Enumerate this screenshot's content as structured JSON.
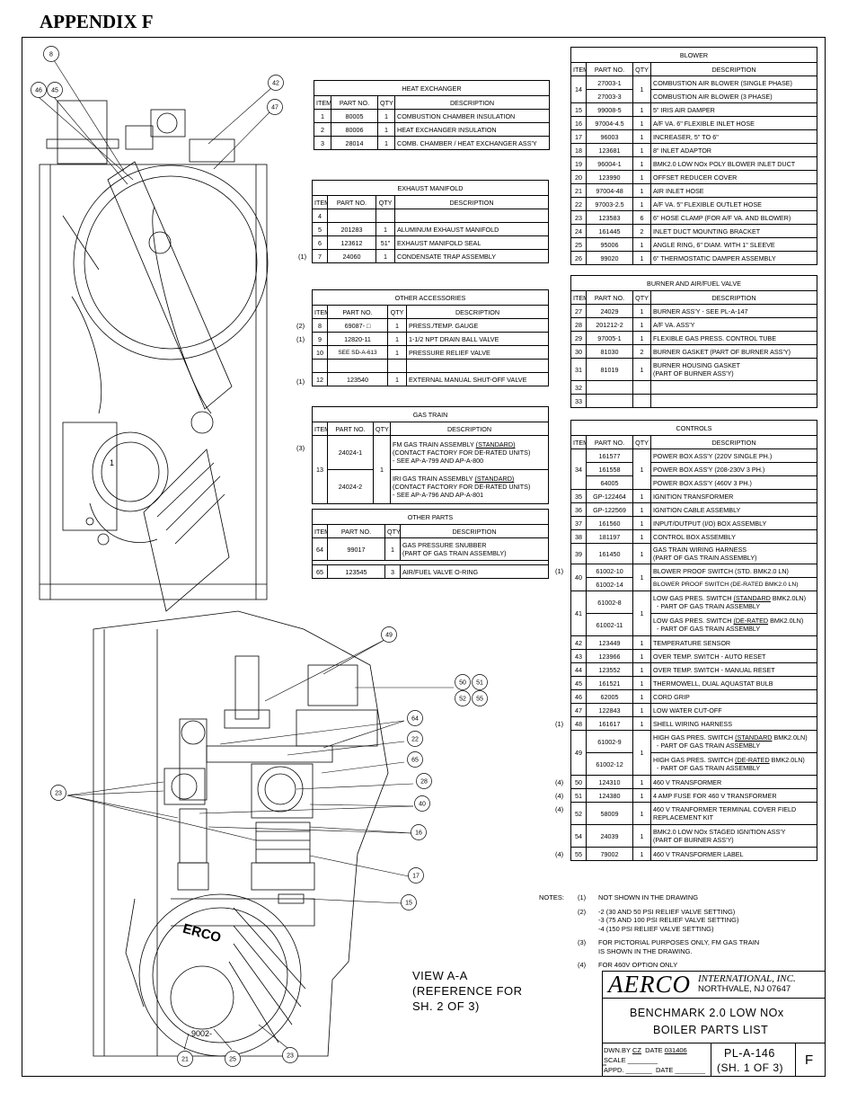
{
  "appendix_title": "APPENDIX F",
  "heat_exchanger": {
    "title": "HEAT EXCHANGER",
    "headers": [
      "ITEM",
      "PART NO.",
      "QTY",
      "DESCRIPTION"
    ],
    "rows": [
      {
        "item": "1",
        "part": "80005",
        "qty": "1",
        "desc": "COMBUSTION CHAMBER INSULATION"
      },
      {
        "item": "2",
        "part": "80006",
        "qty": "1",
        "desc": "HEAT EXCHANGER INSULATION"
      },
      {
        "item": "3",
        "part": "28014",
        "qty": "1",
        "desc": "COMB. CHAMBER / HEAT EXCHANGER ASS'Y"
      }
    ]
  },
  "exhaust_manifold": {
    "title": "EXHAUST MANIFOLD",
    "headers": [
      "ITEM",
      "PART NO.",
      "QTY",
      "DESCRIPTION"
    ],
    "rows": [
      {
        "note": "",
        "item": "4",
        "part": "",
        "qty": "",
        "desc": ""
      },
      {
        "note": "",
        "item": "5",
        "part": "201283",
        "qty": "1",
        "desc": "ALUMINUM EXHAUST MANIFOLD"
      },
      {
        "note": "",
        "item": "6",
        "part": "123612",
        "qty": "51\"",
        "desc": "EXHAUST MANIFOLD SEAL"
      },
      {
        "note": "(1)",
        "item": "7",
        "part": "24060",
        "qty": "1",
        "desc": "CONDENSATE TRAP ASSEMBLY"
      }
    ]
  },
  "other_accessories": {
    "title": "OTHER ACCESSORIES",
    "headers": [
      "ITEM",
      "PART NO.",
      "QTY",
      "DESCRIPTION"
    ],
    "rows": [
      {
        "note": "(2)",
        "item": "8",
        "part": "69087- □",
        "qty": "1",
        "desc": "PRESS./TEMP. GAUGE"
      },
      {
        "note": "(1)",
        "item": "9",
        "part": "12820-11",
        "qty": "1",
        "desc": "1-1/2 NPT DRAIN BALL VALVE"
      },
      {
        "note": "",
        "item": "10",
        "part": "SEE SD-A-613",
        "qty": "1",
        "desc": "PRESSURE RELIEF VALVE"
      },
      {
        "note": "",
        "item": "",
        "part": "",
        "qty": "",
        "desc": ""
      },
      {
        "note": "(1)",
        "item": "12",
        "part": "123540",
        "qty": "1",
        "desc": "EXTERNAL MANUAL SHUT-OFF VALVE"
      }
    ]
  },
  "gas_train": {
    "title": "GAS TRAIN",
    "headers": [
      "ITEM",
      "PART NO.",
      "QTY",
      "DESCRIPTION"
    ],
    "note": "(3)",
    "item": "13",
    "qty": "1",
    "rows": [
      {
        "part": "24024-1",
        "desc_a": "FM GAS TRAIN ASSEMBLY ",
        "desc_u": "(STANDARD)",
        "desc_b": "(CONTACT FACTORY FOR DE-RATED UNITS)",
        "desc_c": "- SEE AP-A-799 AND AP-A-800"
      },
      {
        "part": "24024-2",
        "desc_a": "IRI GAS TRAIN ASSEMBLY ",
        "desc_u": "(STANDARD)",
        "desc_b": "(CONTACT FACTORY FOR DE-RATED UNITS)",
        "desc_c": "- SEE AP-A-796 AND AP-A-801"
      }
    ]
  },
  "other_parts": {
    "title": "OTHER PARTS",
    "headers": [
      "ITEM",
      "PART NO.",
      "QTY",
      "DESCRIPTION"
    ],
    "rows": [
      {
        "item": "64",
        "part": "99017",
        "qty": "1",
        "desc": "GAS PRESSURE SNUBBER",
        "desc2": "(PART OF GAS TRAIN ASSEMBLY)"
      },
      {
        "item": "65",
        "part": "123545",
        "qty": "3",
        "desc": "AIR/FUEL VALVE O-RING",
        "desc2": ""
      }
    ]
  },
  "blower": {
    "title": "BLOWER",
    "headers": [
      "ITEM",
      "PART NO.",
      "QTY",
      "DESCRIPTION"
    ],
    "item14": {
      "item": "14",
      "qty": "1",
      "parts": [
        {
          "part": "27003-1",
          "desc": "COMBUSTION AIR BLOWER (SINGLE PHASE)"
        },
        {
          "part": "27003-3",
          "desc": "COMBUSTION AIR BLOWER (3 PHASE)"
        }
      ]
    },
    "rows": [
      {
        "item": "15",
        "part": "99008-5",
        "qty": "1",
        "desc": "5\" IRIS AIR DAMPER"
      },
      {
        "item": "16",
        "part": "97004-4.5",
        "qty": "1",
        "desc": "A/F VA. 6\" FLEXIBLE INLET HOSE"
      },
      {
        "item": "17",
        "part": "96003",
        "qty": "1",
        "desc": "INCREASER, 5\" TO 6\""
      },
      {
        "item": "18",
        "part": "123681",
        "qty": "1",
        "desc": "8\" INLET ADAPTOR"
      },
      {
        "item": "19",
        "part": "96004-1",
        "qty": "1",
        "desc": "BMK2.0 LOW NOx POLY BLOWER INLET DUCT"
      },
      {
        "item": "20",
        "part": "123990",
        "qty": "1",
        "desc": "OFFSET REDUCER COVER"
      },
      {
        "item": "21",
        "part": "97004-48",
        "qty": "1",
        "desc": "AIR INLET HOSE"
      },
      {
        "item": "22",
        "part": "97003-2.5",
        "qty": "1",
        "desc": "A/F VA. 5\" FLEXIBLE OUTLET HOSE"
      },
      {
        "item": "23",
        "part": "123583",
        "qty": "6",
        "desc": "6\" HOSE CLAMP (FOR A/F VA. AND BLOWER)"
      },
      {
        "item": "24",
        "part": "161445",
        "qty": "2",
        "desc": "INLET DUCT MOUNTING BRACKET"
      },
      {
        "item": "25",
        "part": "95006",
        "qty": "1",
        "desc": "ANGLE RING, 6\" DIAM. WITH 1\" SLEEVE"
      },
      {
        "item": "26",
        "part": "99020",
        "qty": "1",
        "desc": "6\" THERMOSTATIC DAMPER ASSEMBLY"
      }
    ]
  },
  "burner": {
    "title": "BURNER AND AIR/FUEL VALVE",
    "headers": [
      "ITEM",
      "PART NO.",
      "QTY",
      "DESCRIPTION"
    ],
    "rows": [
      {
        "item": "27",
        "part": "24029",
        "qty": "1",
        "desc": "BURNER ASS'Y      - SEE PL-A-147",
        "desc2": ""
      },
      {
        "item": "28",
        "part": "201212-2",
        "qty": "1",
        "desc": "A/F VA. ASS'Y",
        "desc2": ""
      },
      {
        "item": "29",
        "part": "97005-1",
        "qty": "1",
        "desc": "FLEXIBLE GAS PRESS. CONTROL TUBE",
        "desc2": ""
      },
      {
        "item": "30",
        "part": "81030",
        "qty": "2",
        "desc": "BURNER GASKET (PART OF BURNER ASS'Y)",
        "desc2": ""
      },
      {
        "item": "31",
        "part": "81019",
        "qty": "1",
        "desc": "BURNER HOUSING GASKET",
        "desc2": "(PART OF BURNER ASS'Y)"
      },
      {
        "item": "32",
        "part": "",
        "qty": "",
        "desc": "",
        "desc2": ""
      },
      {
        "item": "33",
        "part": "",
        "qty": "",
        "desc": "",
        "desc2": ""
      }
    ]
  },
  "controls": {
    "title": "CONTROLS",
    "headers": [
      "ITEM",
      "PART NO.",
      "QTY",
      "DESCRIPTION"
    ],
    "item34": {
      "item": "34",
      "qty": "1",
      "parts": [
        {
          "part": "161577",
          "desc": "POWER BOX ASS'Y (220V SINGLE PH.)"
        },
        {
          "part": "161558",
          "desc": "POWER BOX ASS'Y (208-230V 3 PH.)"
        },
        {
          "part": "64005",
          "desc": "POWER BOX ASS'Y (460V 3 PH.)"
        }
      ]
    },
    "rows_a": [
      {
        "note": "",
        "item": "35",
        "part": "GP-122464",
        "qty": "1",
        "desc": "IGNITION TRANSFORMER"
      },
      {
        "note": "",
        "item": "36",
        "part": "GP-122569",
        "qty": "1",
        "desc": "IGNITION CABLE ASSEMBLY"
      },
      {
        "note": "",
        "item": "37",
        "part": "161560",
        "qty": "1",
        "desc": "INPUT/OUTPUT (I/O) BOX ASSEMBLY"
      },
      {
        "note": "",
        "item": "38",
        "part": "181197",
        "qty": "1",
        "desc": "CONTROL BOX ASSEMBLY"
      }
    ],
    "item39": {
      "item": "39",
      "part": "161450",
      "qty": "1",
      "desc": "GAS TRAIN WIRING HARNESS",
      "desc2": "(PART OF GAS TRAIN ASSEMBLY)"
    },
    "item40": {
      "note": "(1)",
      "item": "40",
      "qty": "1",
      "parts": [
        {
          "part": "61002-10",
          "desc": "BLOWER PROOF SWITCH (STD. BMK2.0 LN)"
        },
        {
          "part": "61002-14",
          "desc": "BLOWER PROOF SWITCH (DE-RATED BMK2.0 LN)"
        }
      ]
    },
    "item41": {
      "item": "41",
      "qty": "1",
      "parts": [
        {
          "part": "61002-8",
          "desc_a": "LOW GAS PRES. SWITCH ",
          "desc_u": "(STANDARD",
          "desc_b": " BMK2.0LN)",
          "desc2": "- PART OF GAS TRAIN ASSEMBLY"
        },
        {
          "part": "61002-11",
          "desc_a": "LOW GAS PRES. SWITCH ",
          "desc_u": "(DE-RATED",
          "desc_b": " BMK2.0LN)",
          "desc2": "- PART OF GAS TRAIN ASSEMBLY"
        }
      ]
    },
    "rows_b": [
      {
        "note": "",
        "item": "42",
        "part": "123449",
        "qty": "1",
        "desc": "TEMPERATURE SENSOR"
      },
      {
        "note": "",
        "item": "43",
        "part": "123966",
        "qty": "1",
        "desc": "OVER TEMP. SWITCH - AUTO RESET"
      },
      {
        "note": "",
        "item": "44",
        "part": "123552",
        "qty": "1",
        "desc": "OVER TEMP. SWITCH - MANUAL RESET"
      },
      {
        "note": "",
        "item": "45",
        "part": "161521",
        "qty": "1",
        "desc": "THERMOWELL, DUAL AQUASTAT BULB"
      },
      {
        "note": "",
        "item": "46",
        "part": "62005",
        "qty": "1",
        "desc": "CORD GRIP"
      },
      {
        "note": "",
        "item": "47",
        "part": "122843",
        "qty": "1",
        "desc": "LOW WATER CUT-OFF"
      },
      {
        "note": "(1)",
        "item": "48",
        "part": "161617",
        "qty": "1",
        "desc": "SHELL WIRING HARNESS"
      }
    ],
    "item49": {
      "item": "49",
      "qty": "1",
      "parts": [
        {
          "part": "61002-9",
          "desc_a": "HIGH GAS PRES. SWITCH ",
          "desc_u": "(STANDARD",
          "desc_b": " BMK2.0LN)",
          "desc2": "- PART OF GAS TRAIN ASSEMBLY"
        },
        {
          "part": "61002-12",
          "desc_a": "HIGH GAS PRES. SWITCH ",
          "desc_u": "(DE-RATED",
          "desc_b": " BMK2.0LN)",
          "desc2": "- PART OF GAS TRAIN ASSEMBLY"
        }
      ]
    },
    "rows_c": [
      {
        "note": "(4)",
        "item": "50",
        "part": "124310",
        "qty": "1",
        "desc": "460 V TRANSFORMER",
        "desc2": ""
      },
      {
        "note": "(4)",
        "item": "51",
        "part": "124380",
        "qty": "1",
        "desc": "4 AMP FUSE FOR 460 V TRANSFORMER",
        "desc2": ""
      },
      {
        "note": "(4)",
        "item": "52",
        "part": "58009",
        "qty": "1",
        "desc": "460 V TRANFORMER TERMINAL COVER FIELD",
        "desc2": "REPLACEMENT KIT"
      },
      {
        "note": "",
        "item": "54",
        "part": "24039",
        "qty": "1",
        "desc": "BMK2.0 LOW NOx STAGED IGNITION ASS'Y",
        "desc2": "(PART OF BURNER ASS'Y)"
      },
      {
        "note": "(4)",
        "item": "55",
        "part": "79002",
        "qty": "1",
        "desc": "460 V TRANSFORMER LABEL",
        "desc2": ""
      }
    ]
  },
  "notes": {
    "label": "NOTES:",
    "items": [
      {
        "num": "(1)",
        "text": [
          "NOT SHOWN IN THE DRAWING"
        ]
      },
      {
        "num": "(2)",
        "text": [
          "-2  (30 AND 50 PSI RELIEF VALVE SETTING)",
          "-3  (75 AND 100 PSI RELIEF VALVE SETTING)",
          "-4  (150 PSI RELIEF VALVE SETTING)"
        ]
      },
      {
        "num": "(3)",
        "text": [
          "FOR PICTORIAL PURPOSES ONLY, FM GAS TRAIN",
          "IS SHOWN IN THE DRAWING."
        ]
      },
      {
        "num": "(4)",
        "text": [
          "FOR 460V OPTION ONLY"
        ]
      }
    ]
  },
  "view_label": [
    "VIEW A-A",
    "(REFERENCE FOR",
    "SH. 2 OF 3)"
  ],
  "title_block": {
    "company": "AERCO",
    "company_full": "INTERNATIONAL, INC.",
    "location": "NORTHVALE, NJ    07647",
    "title1": "BENCHMARK 2.0 LOW NOx",
    "title2": "BOILER PARTS LIST",
    "dwn_label": "DWN.BY",
    "dwn_value": "CZ",
    "date_label": "DATE",
    "date_value": "031406",
    "scale_label": "SCALE",
    "appd_label": "APPD.",
    "date2_label": "DATE",
    "drawing_no": "PL-A-146",
    "sheet": "(SH. 1 OF 3)",
    "rev": "F"
  },
  "callouts_top": [
    "8",
    "46",
    "45",
    "42",
    "47"
  ],
  "callouts_bottom": [
    "49",
    "50",
    "51",
    "52",
    "55",
    "64",
    "22",
    "65",
    "28",
    "40",
    "16",
    "17",
    "15",
    "23",
    "21",
    "25",
    "23"
  ],
  "drawing_marks": {
    "label_1": "1",
    "label_erco": "ERCO",
    "label_code": "9002-"
  }
}
